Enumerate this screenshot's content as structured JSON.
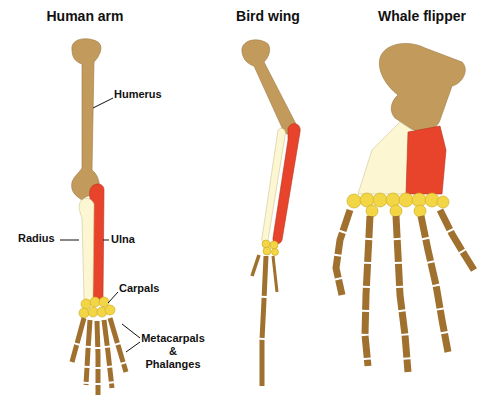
{
  "diagram": {
    "labels": [
      "Human arm",
      "Bird wing",
      "Whale flipper",
      "Humerus",
      "Radius",
      "Ulna",
      "Carpals",
      "Metacarpals & Phalanges"
    ]
  }
}
